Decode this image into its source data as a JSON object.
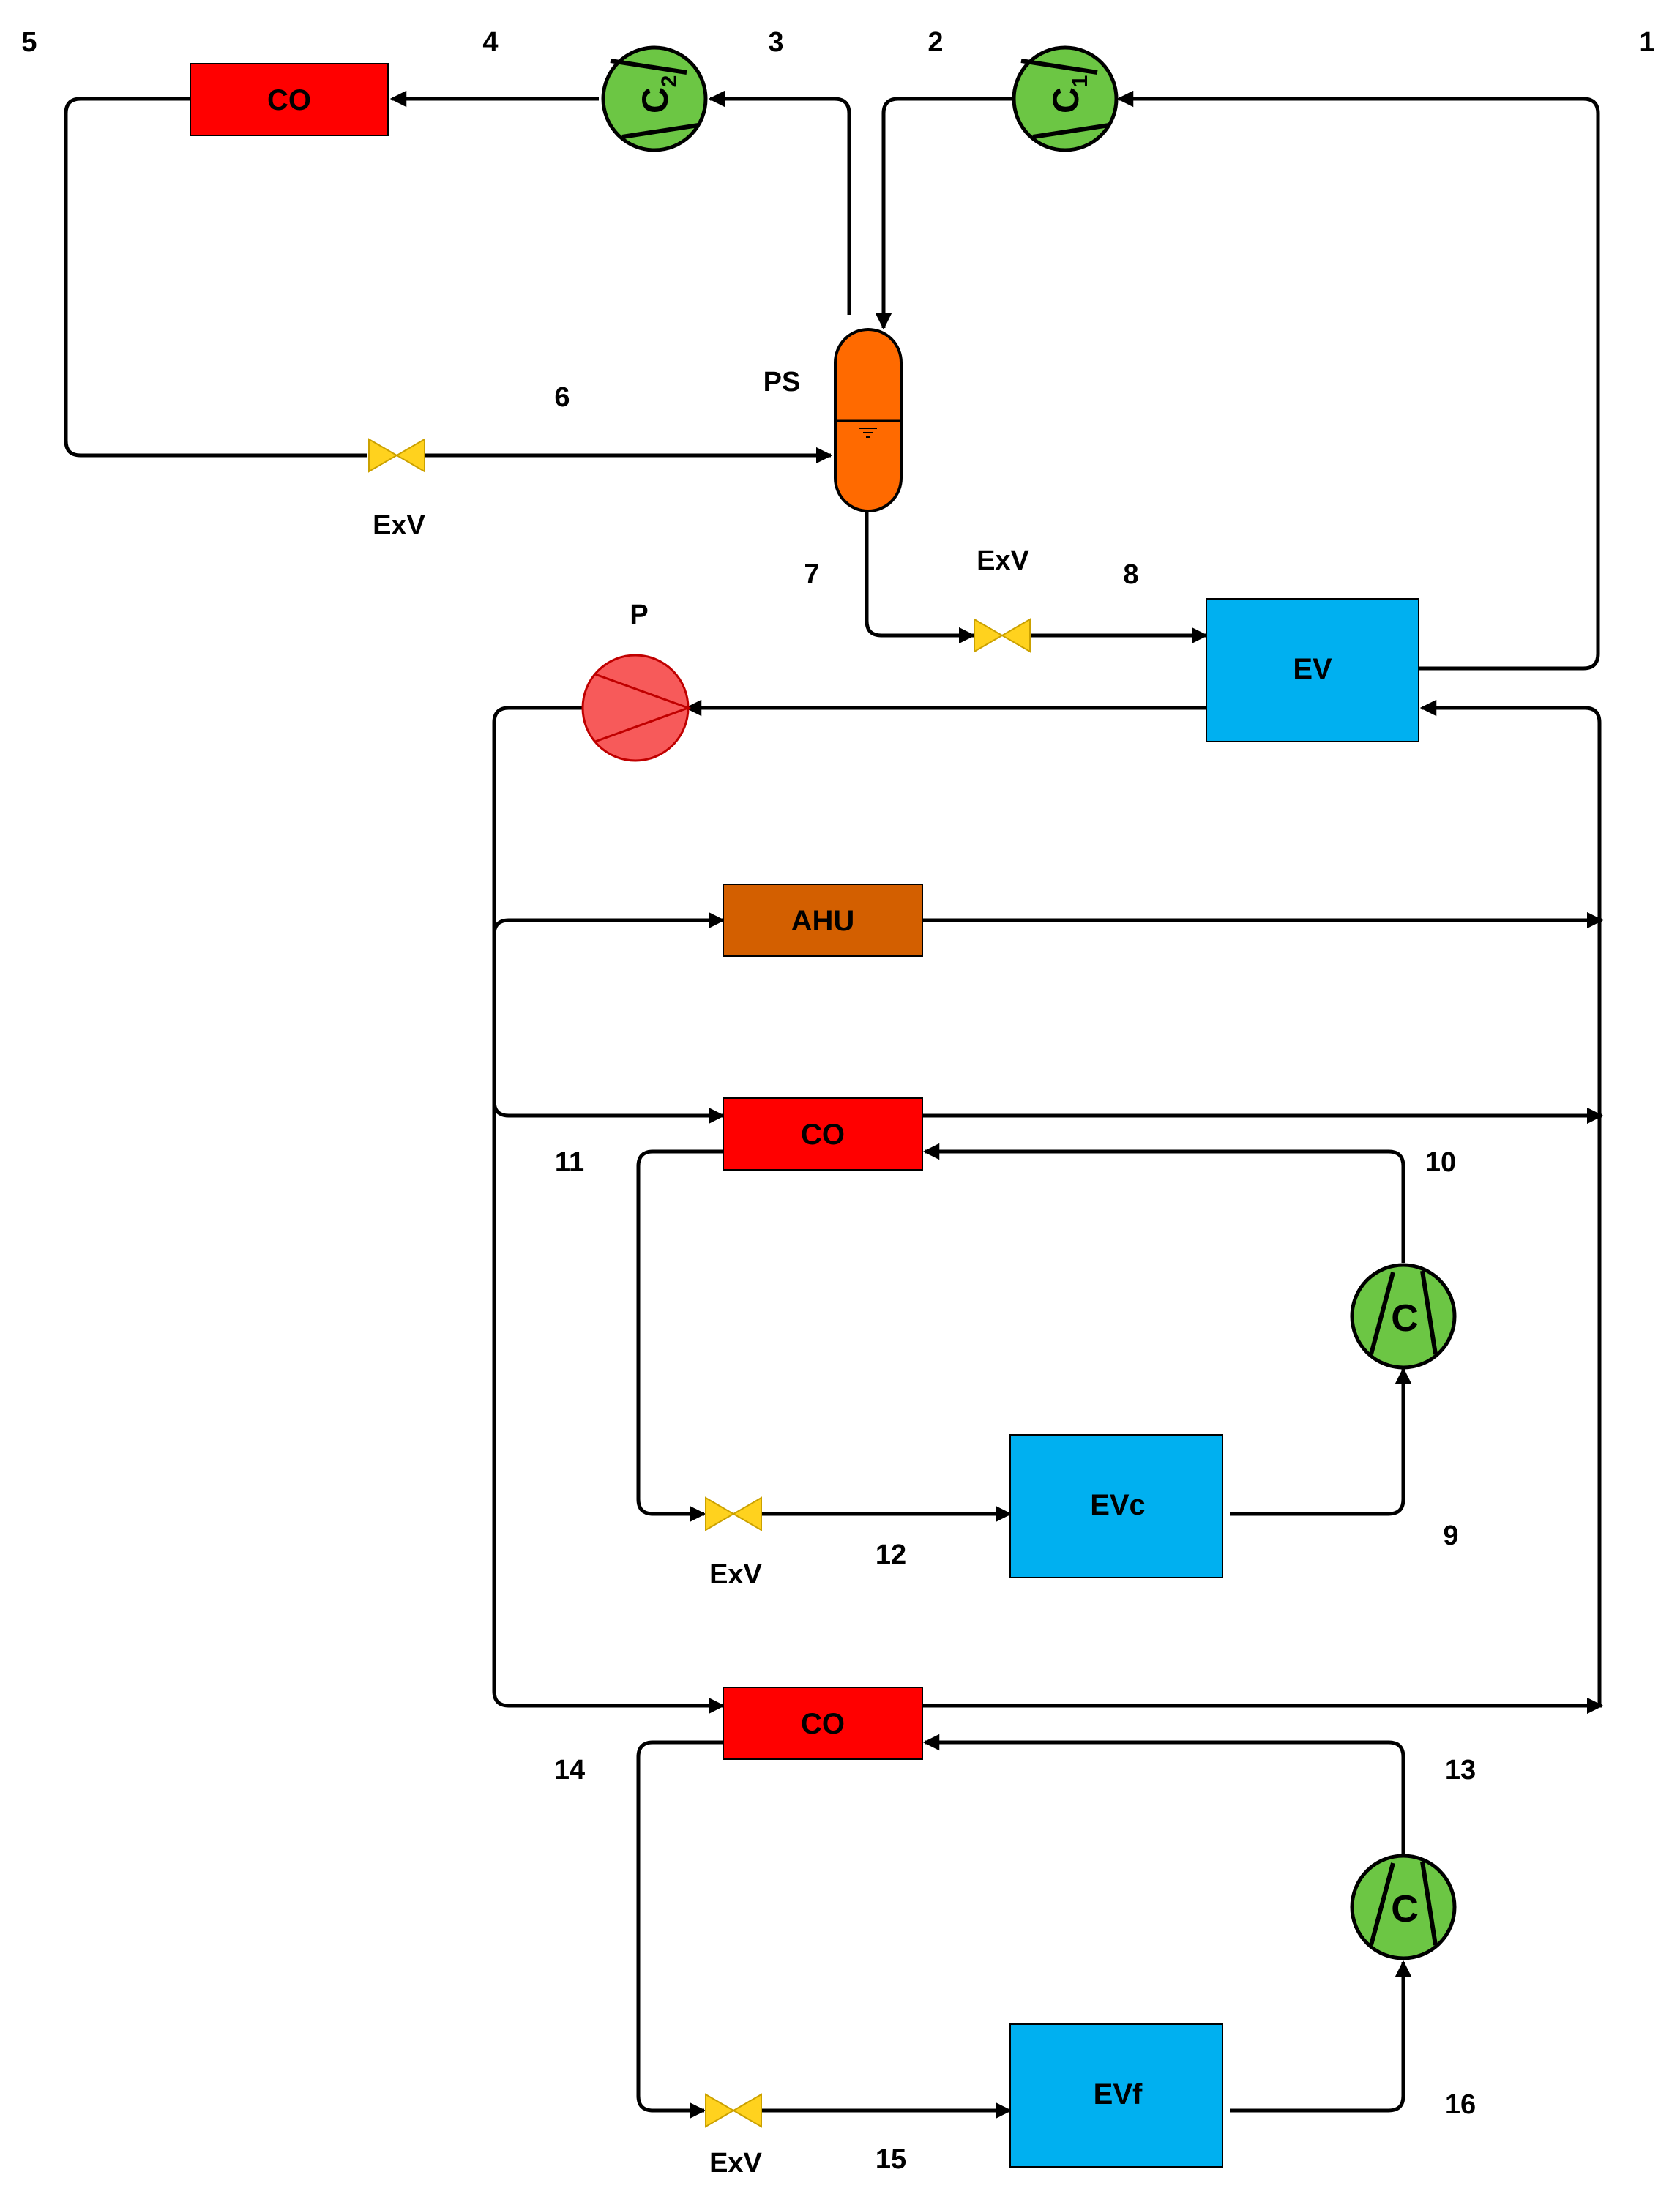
{
  "state_points": [
    "1",
    "2",
    "3",
    "4",
    "5",
    "6",
    "7",
    "8",
    "9",
    "10",
    "11",
    "12",
    "13",
    "14",
    "15",
    "16"
  ],
  "components": {
    "condenser_top": "CO",
    "compressor_c2_letter": "C",
    "compressor_c2_sub": "2",
    "compressor_c1_letter": "C",
    "compressor_c1_sub": "1",
    "phase_separator": "PS",
    "valve_top": "ExV",
    "valve_mid": "ExV",
    "evaporator": "EV",
    "pump": "P",
    "ahu": "AHU",
    "condenser_mid": "CO",
    "compressor_mid": "C",
    "valve_lower": "ExV",
    "evaporator_c": "EVc",
    "condenser_bottom": "CO",
    "compressor_bottom": "C",
    "valve_bottom": "ExV",
    "evaporator_f": "EVf"
  },
  "colors": {
    "condenser": "#ff0000",
    "compressor": "#6cc644",
    "phase_separator": "#ff6a00",
    "valve": "#ffd21e",
    "evaporator": "#00b0f0",
    "pump": "#f75a5a",
    "ahu": "#d35f00"
  }
}
